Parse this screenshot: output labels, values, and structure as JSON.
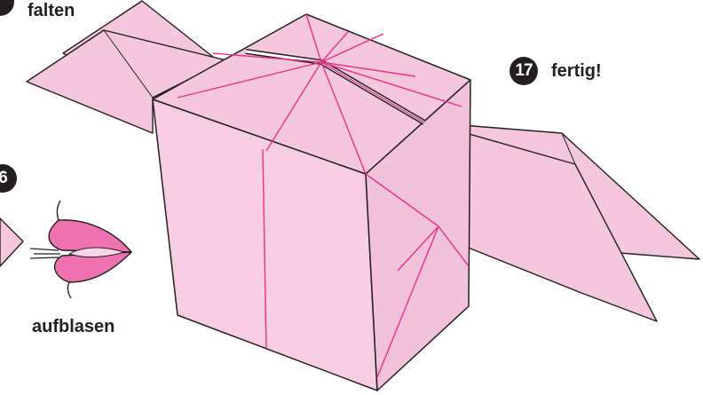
{
  "labels": {
    "fold": "falten",
    "done": "fertig!",
    "inflate": "aufblasen"
  },
  "steps": {
    "final": "17",
    "inflate_step": "6"
  },
  "colors": {
    "paper": "#f4c7dd",
    "crease": "#ea2f86",
    "outline": "#231f20",
    "balloon": "#ee72b0",
    "balloon_light": "#f9d4e6"
  }
}
